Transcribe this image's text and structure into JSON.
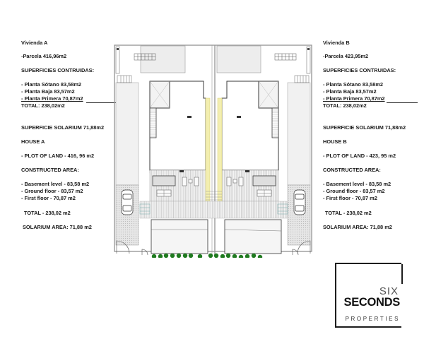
{
  "house_a": {
    "spanish": {
      "title": "Vivienda A",
      "parcela": "-Parcela 416,96m2",
      "superficies_heading": "SUPERFICIES CONTRUIDAS:",
      "items": [
        "- Planta Sótano 83,58m2",
        "- Planta Baja 83,57m2",
        "- Planta Primera 70,87m2"
      ],
      "total": "TOTAL: 238,02m2",
      "solarium": "SUPERFICIE SOLARIUM 71,88m2"
    },
    "english": {
      "title": "HOUSE A",
      "plot": "- PLOT OF LAND - 416, 96 m2",
      "constructed_heading": "CONSTRUCTED AREA:",
      "items": [
        "- Basement level - 83,58 m2",
        "- Ground floor - 83,57 m2",
        "- First floor - 70,87 m2"
      ],
      "total": "TOTAL - 238,02 m2",
      "solarium": "SOLARIUM AREA: 71,88 m2"
    }
  },
  "house_b": {
    "spanish": {
      "title": "Vivienda B",
      "parcela": "-Parcela 423,95m2",
      "superficies_heading": "SUPERFICIES CONTRUIDAS:",
      "items": [
        "- Planta Sótano 83,58m2",
        "- Planta Baja 83,57m2",
        "- Planta Primera 70,87m2"
      ],
      "total": "TOTAL: 238,02m2",
      "solarium": "SUPERFICIE SOLARIUM 71,88m2"
    },
    "english": {
      "title": "HOUSE B",
      "plot": "- PLOT OF LAND - 423, 95 m2",
      "constructed_heading": "CONSTRUCTED AREA:",
      "items": [
        "- Basement level - 83,58 m2",
        "- Ground floor - 83,57 m2",
        "- First floor - 70,87 m2"
      ],
      "total": "TOTAL - 238,02 m2",
      "solarium": "SOLARIUM AREA: 71,88 m2"
    }
  },
  "logo": {
    "line1": "SIX",
    "line2": "SECONDS",
    "line3": "PROPERTIES"
  },
  "colors": {
    "wall": "#3a3a3a",
    "hatch": "#bdbdbd",
    "walkway": "#f3eeb0",
    "trees": "#1f7a1f"
  }
}
